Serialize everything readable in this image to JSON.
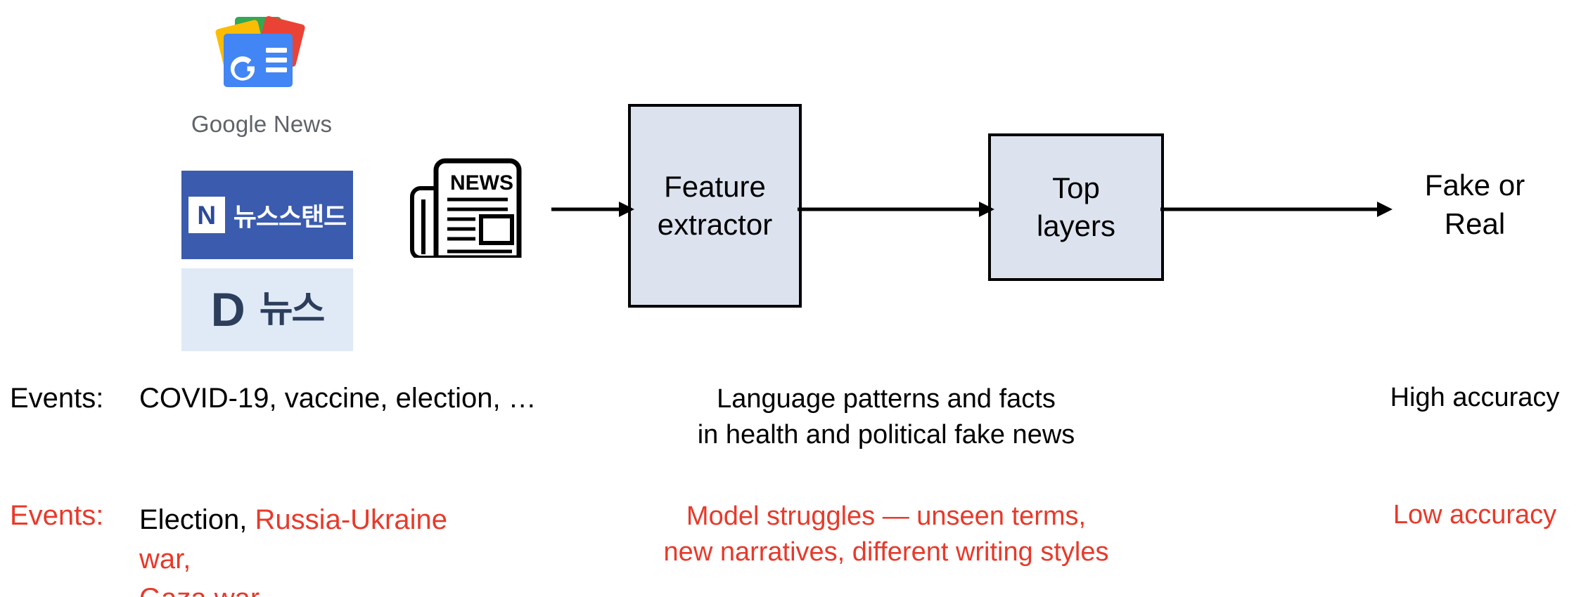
{
  "sources": {
    "google_news": {
      "label": "Google News",
      "icon": "google-news-icon",
      "colors": {
        "blue": "#4285F4",
        "green": "#34A853",
        "yellow": "#FBBC04",
        "red": "#EA4335"
      }
    },
    "naver_newsstand": {
      "mark": "N",
      "label": "뉴스스탠드",
      "background": "#3A5BAE",
      "text_color": "#FFFFFF"
    },
    "daum_news": {
      "mark": "D",
      "label": "뉴스",
      "background": "#E0EAF7",
      "text_color": "#2C3E5C"
    },
    "article_icon": {
      "icon": "newspaper-icon",
      "masthead": "NEWS"
    }
  },
  "pipeline": {
    "feature_extractor": {
      "line1": "Feature",
      "line2": "extractor"
    },
    "top_layers": {
      "line1": "Top",
      "line2": "layers"
    },
    "output": {
      "line1": "Fake or",
      "line2": "Real"
    },
    "box_fill": "#DCE3EF",
    "box_border": "#000000",
    "arrows": [
      "arrow-news-to-feature",
      "arrow-feature-to-top",
      "arrow-top-to-output"
    ]
  },
  "annotations": {
    "in_domain": {
      "events_label": "Events:",
      "events_value": "COVID-19, vaccine, election, …",
      "middle_line1": "Language patterns and facts",
      "middle_line2": "in health and political fake news",
      "accuracy": "High accuracy",
      "color": "#000000"
    },
    "out_of_domain": {
      "events_label": "Events:",
      "events_value_black": "Election,",
      "events_value_red_line1": "Russia-Ukraine war,",
      "events_value_red_line2": "Gaza war, …",
      "middle_line1": "Model struggles — unseen terms,",
      "middle_line2": "new narratives, different writing styles",
      "accuracy": "Low accuracy",
      "color": "#E8392A"
    }
  }
}
